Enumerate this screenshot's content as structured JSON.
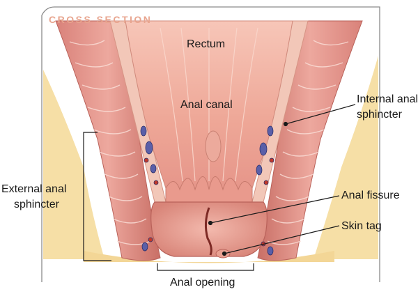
{
  "diagram": {
    "title": "CROSS SECTION",
    "labels": {
      "rectum": "Rectum",
      "anal_canal": "Anal canal",
      "internal_sphincter_line1": "Internal anal",
      "internal_sphincter_line2": "sphincter",
      "external_sphincter_line1": "External anal",
      "external_sphincter_line2": "sphincter",
      "anal_fissure": "Anal fissure",
      "skin_tag": "Skin tag",
      "anal_opening": "Anal opening"
    },
    "colors": {
      "title": "#e8a58f",
      "frame": "#8a8a8a",
      "muscle": "#e9a89e",
      "muscle_dark": "#c9756d",
      "canal": "#f0b2a8",
      "fat": "#f6dfa6",
      "vein": "#5a5fa8",
      "artery": "#c0392b"
    }
  }
}
